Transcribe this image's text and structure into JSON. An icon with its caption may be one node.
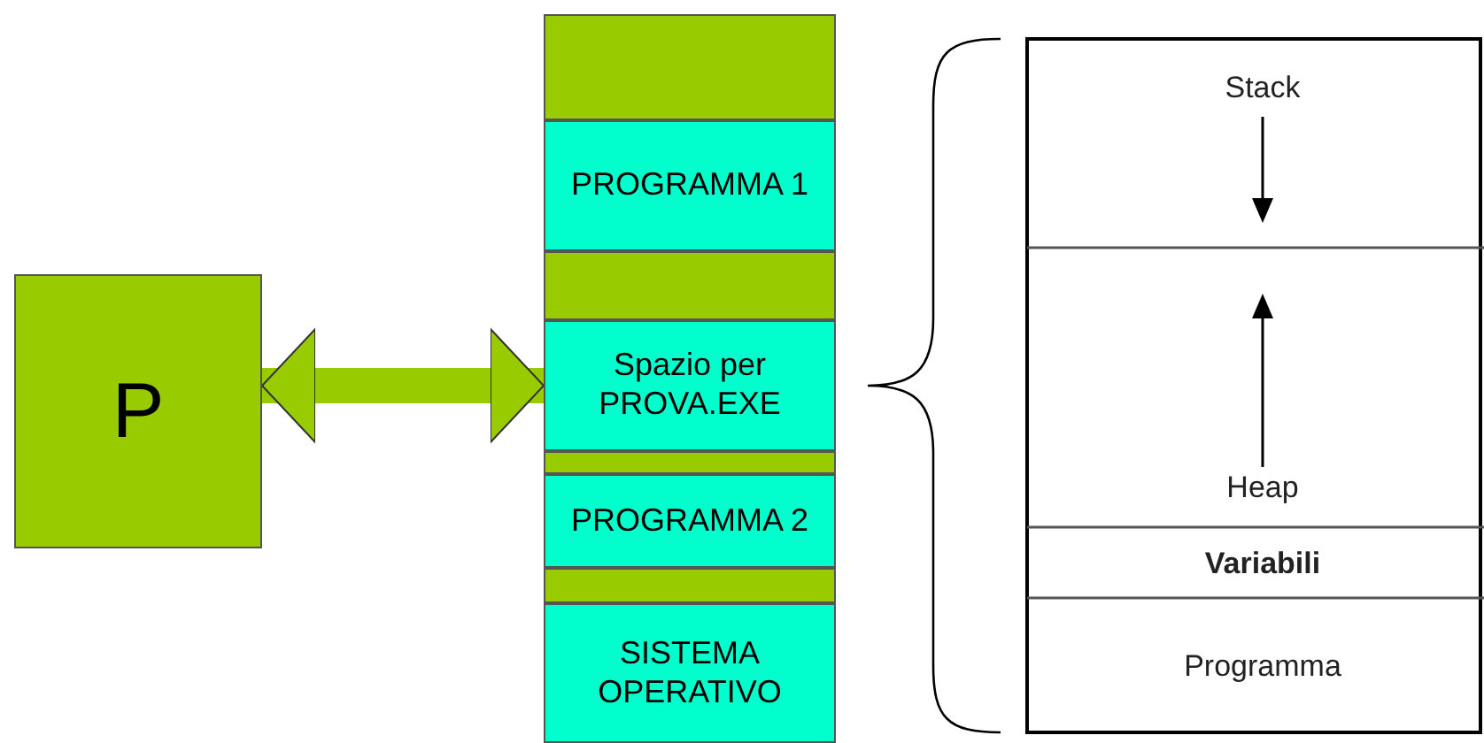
{
  "diagram": {
    "nodes": [
      {
        "text": [
          "P"
        ]
      },
      {
        "text": [],
        "shape": "bar"
      },
      {
        "text": [
          "PROGRAMMA 1"
        ]
      },
      {
        "text": [],
        "shape": "bar"
      },
      {
        "text": [
          "Spazio per PROVA.EXE"
        ]
      },
      {
        "text": [],
        "shape": "bar"
      },
      {
        "text": [
          "PROGRAMMA 2"
        ]
      },
      {
        "text": [],
        "shape": "bar"
      },
      {
        "text": [
          "SISTEMA OPERATIVO"
        ]
      },
      {
        "text": [
          "Stack"
        ]
      },
      {
        "text": [
          "Heap"
        ]
      },
      {
        "text": [
          "Variabili"
        ]
      },
      {
        "text": [
          "Programma"
        ]
      }
    ],
    "edges": [
      {
        "from": 0,
        "to": 4,
        "arrow": "both"
      }
    ]
  }
}
